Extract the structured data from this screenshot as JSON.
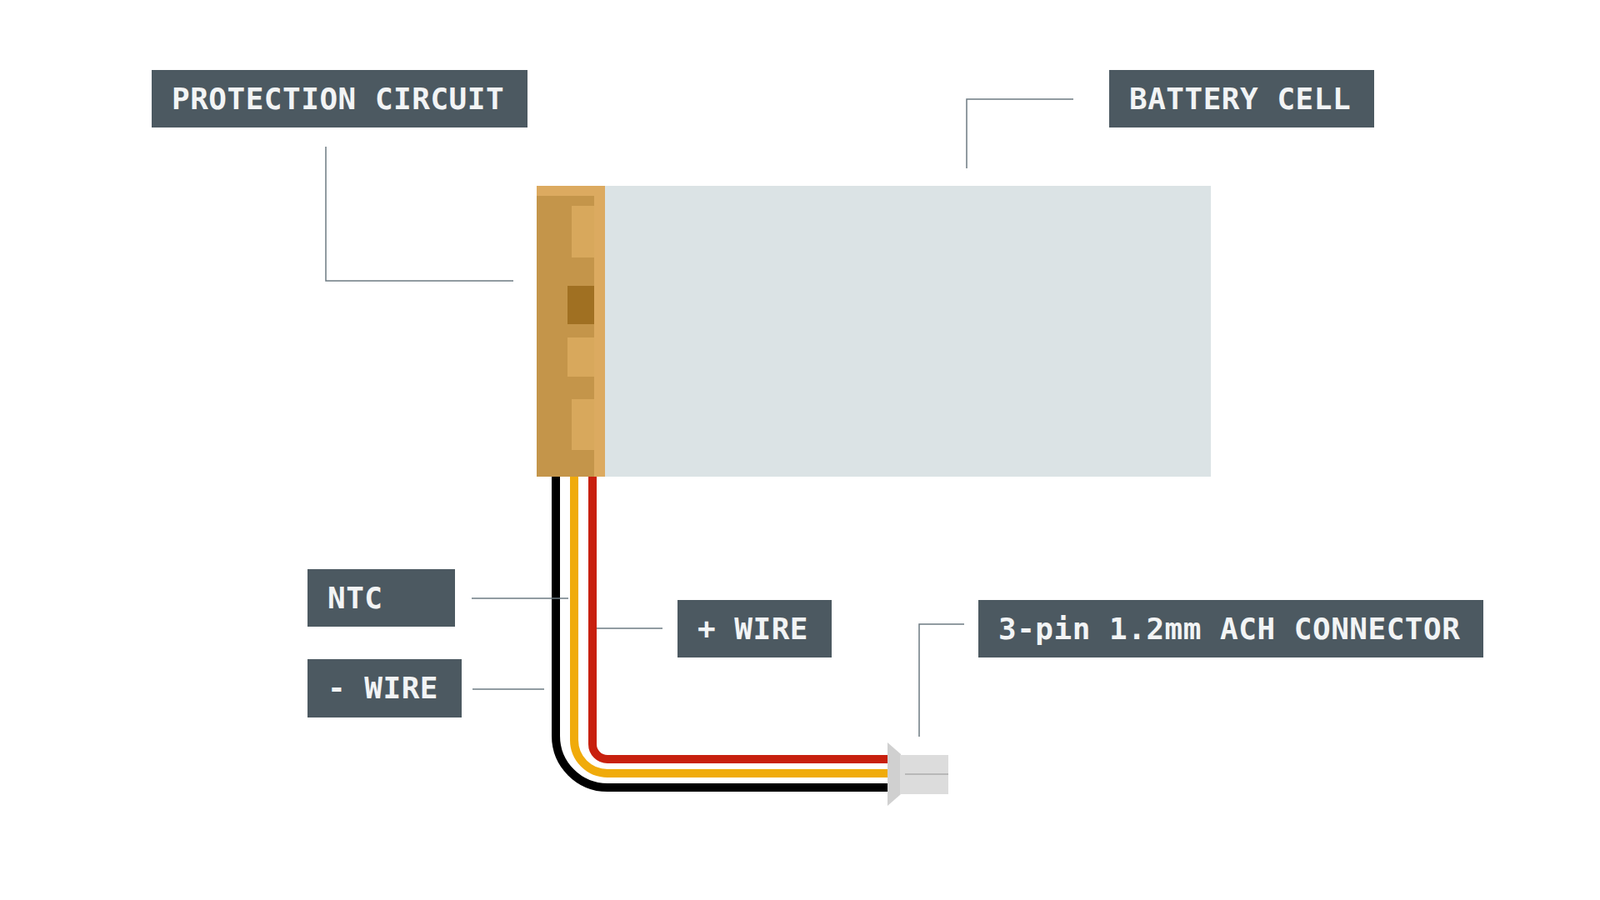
{
  "diagram": {
    "nodes": [
      {
        "text": [
          "PROTECTION CIRCUIT"
        ]
      },
      {
        "text": [
          "BATTERY CELL"
        ]
      },
      {
        "text": [
          "NTC"
        ]
      },
      {
        "text": [
          "+ WIRE"
        ]
      },
      {
        "text": [
          "3-pin 1.2mm ACH CONNECTOR"
        ]
      },
      {
        "text": [
          "- WIRE"
        ]
      }
    ]
  }
}
